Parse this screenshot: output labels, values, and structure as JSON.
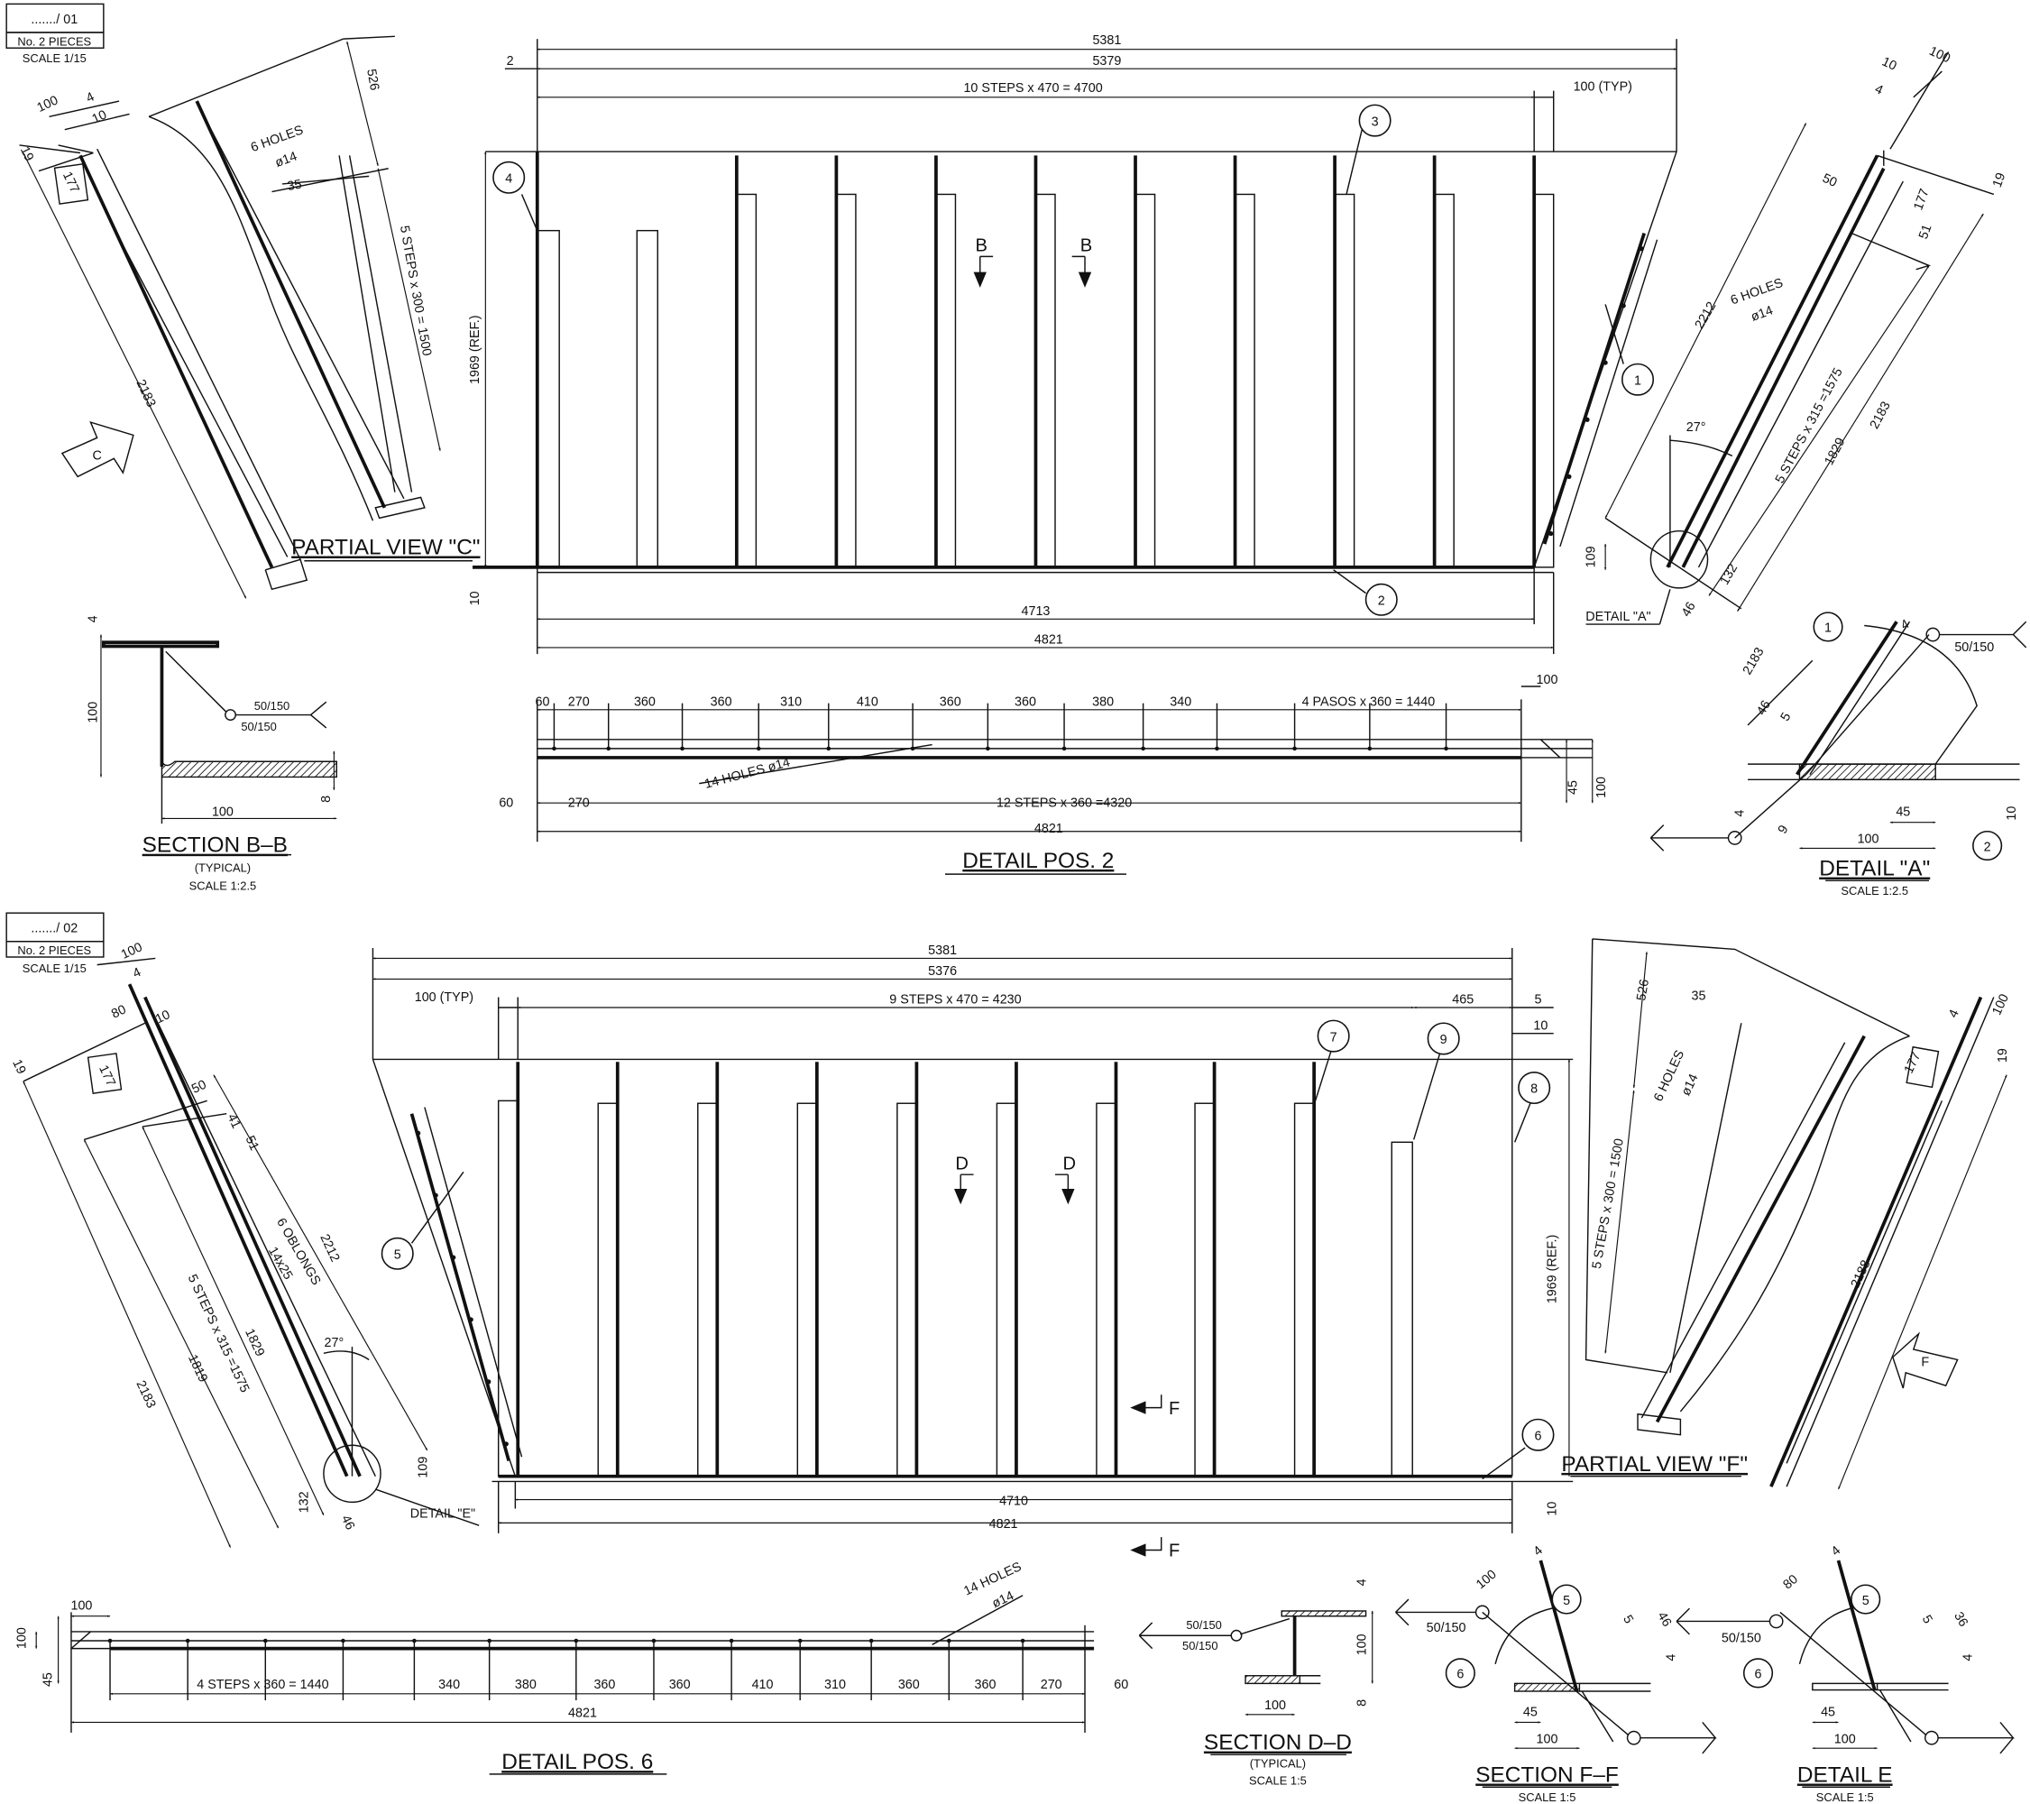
{
  "sheet1": {
    "title_block": {
      "mark": "......./ 01",
      "pieces": "No. 2  PIECES",
      "scale": "SCALE 1/15"
    },
    "elevation": {
      "overall": "5381",
      "inner": "5379",
      "steps": "10 STEPS x 470 = 4700",
      "typ": "100 (TYP)",
      "offset": "2",
      "height": "1969 (REF.)",
      "bottom_offset": "10",
      "bottom_inner": "4713",
      "bottom_overall": "4821",
      "balloons": {
        "b4": "4",
        "b3": "3",
        "b1": "1",
        "b2": "2"
      },
      "section_marks": [
        "B",
        "B"
      ]
    },
    "partial_view_c": {
      "d100": "100",
      "d4": "4",
      "d10": "10",
      "d19": "19",
      "d177": "177",
      "d2183": "2183",
      "d526": "526",
      "holes": "6 HOLES",
      "hole_dia": "ø14",
      "d35": "35",
      "steps": "5 STEPS x 300 = 1500",
      "arrow": "C",
      "title": "PARTIAL VIEW \"C\""
    },
    "right_view": {
      "d100": "100",
      "d10": "10",
      "d4": "4",
      "d50": "50",
      "d177": "177",
      "d51": "51",
      "d19": "19",
      "d2212": "2212",
      "holes": "6 HOLES",
      "hole_dia": "ø14",
      "steps": "5 STEPS x 315 =1575",
      "d1829": "1829",
      "d2183": "2183",
      "angle": "27°",
      "d109": "109",
      "d132": "132",
      "d46": "46",
      "detail_ref": "DETAIL \"A\""
    },
    "section_bb": {
      "d4": "4",
      "d100v": "100",
      "weld1": "50/150",
      "weld2": "50/150",
      "d100": "100",
      "d8": "8",
      "title": "SECTION B–B",
      "note": "(TYPICAL)",
      "scale": "SCALE 1:2.5"
    },
    "detail_pos2": {
      "top": [
        "60",
        "270",
        "360",
        "360",
        "310",
        "410",
        "360",
        "360",
        "380",
        "340",
        "4 PASOS x 360 = 1440"
      ],
      "d100": "100",
      "holes": "14 HOLES ø14",
      "bottom": [
        "60",
        "270",
        "12 STEPS x 360 =4320"
      ],
      "overall": "4821",
      "d45": "45",
      "d100v": "100",
      "title": "DETAIL POS. 2"
    },
    "detail_a": {
      "balloon1": "1",
      "balloon2": "2",
      "d4": "4",
      "weld": "50/150",
      "d2183": "2183",
      "d46": "46",
      "d5": "5",
      "d4b": "4",
      "d9": "9",
      "d45": "45",
      "d100": "100",
      "d10": "10",
      "title": "DETAIL \"A\"",
      "scale": "SCALE 1:2.5"
    }
  },
  "sheet2": {
    "title_block": {
      "mark": "......./ 02",
      "pieces": "No. 2  PIECES",
      "scale": "SCALE 1/15"
    },
    "left_view": {
      "d100": "100",
      "d4": "4",
      "d80": "80",
      "d10": "10",
      "d19": "19",
      "d177": "177",
      "d50": "50",
      "d41": "41",
      "d51": "51",
      "d2212": "2212",
      "oblongs": "6 OBLONGS",
      "oblong_size": "14x25",
      "steps": "5 STEPS x 315 =1575",
      "d1829": "1829",
      "d1819": "1819",
      "d2183": "2183",
      "angle": "27°",
      "d109": "109",
      "d132": "132",
      "d46": "46",
      "detail_ref": "DETAIL \"E\""
    },
    "elevation": {
      "overall": "5381",
      "inner": "5376",
      "typ": "100 (TYP)",
      "steps": "9 STEPS x 470 = 4230",
      "d465": "465",
      "d5": "5",
      "d10": "10",
      "height": "1969 (REF.)",
      "bottom_inner": "4710",
      "bottom_overall": "4821",
      "bottom_offset": "10",
      "balloons": {
        "b7": "7",
        "b9": "9",
        "b8": "8",
        "b5": "5",
        "b6": "6"
      },
      "section_marks": [
        "D",
        "D"
      ],
      "view_marks": [
        "F",
        "F"
      ]
    },
    "partial_view_f": {
      "d526": "526",
      "d35": "35",
      "holes": "6 HOLES",
      "hole_dia": "ø14",
      "steps": "5 STEPS x 300 = 1500",
      "d4": "4",
      "d100": "100",
      "d19": "19",
      "d177": "177",
      "d2188": "2188",
      "arrow": "F",
      "title": "PARTIAL VIEW \"F\""
    },
    "detail_pos6": {
      "d100": "100",
      "d100v": "100",
      "d45": "45",
      "holes": "14 HOLES",
      "hole_dia": "ø14",
      "dims": [
        "4 STEPS x 360 = 1440",
        "340",
        "380",
        "360",
        "360",
        "410",
        "310",
        "360",
        "360",
        "270",
        "60"
      ],
      "overall": "4821",
      "title": "DETAIL POS. 6"
    },
    "section_dd": {
      "weld1": "50/150",
      "weld2": "50/150",
      "d4": "4",
      "d100v": "100",
      "d100": "100",
      "d8": "8",
      "title": "SECTION D–D",
      "note": "(TYPICAL)",
      "scale": "SCALE 1:5"
    },
    "section_ff": {
      "balloon5": "5",
      "balloon6": "6",
      "d100": "100",
      "d4": "4",
      "weld": "50/150",
      "d5": "5",
      "d46": "46",
      "d4b": "4",
      "d45": "45",
      "d100b": "100",
      "title": "SECTION F–F",
      "scale": "SCALE 1:5"
    },
    "detail_e": {
      "balloon5": "5",
      "balloon6": "6",
      "d80": "80",
      "d4": "4",
      "weld": "50/150",
      "d5": "5",
      "d36": "36",
      "d4b": "4",
      "d45": "45",
      "d100": "100",
      "title": "DETAIL E",
      "scale": "SCALE 1:5"
    }
  }
}
